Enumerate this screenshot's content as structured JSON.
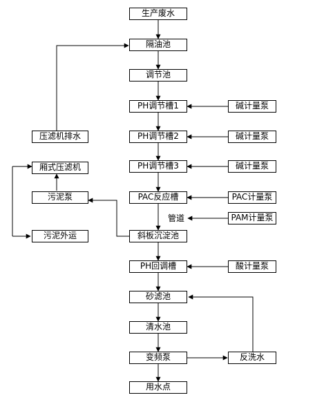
{
  "nodes": {
    "wastewater": "生产废水",
    "oil_separator": "隔油池",
    "equalization": "调节池",
    "ph_tank_1": "PH调节槽1",
    "ph_tank_2": "PH调节槽2",
    "ph_tank_3": "PH调节槽3",
    "pac_reactor": "PAC反应槽",
    "inclined_settler": "斜板沉淀池",
    "ph_callback": "PH回调槽",
    "sand_filter": "砂滤池",
    "clear_water": "清水池",
    "vfd_pump": "变频泵",
    "use_point": "用水点",
    "alkali_pump_1": "碱计量泵",
    "alkali_pump_2": "碱计量泵",
    "alkali_pump_3": "碱计量泵",
    "pac_pump": "PAC计量泵",
    "pam_pump": "PAM计量泵",
    "acid_pump": "酸计量泵",
    "backwash": "反洗水",
    "press_drain": "压滤机排水",
    "chamber_press": "厢式压滤机",
    "sludge_pump": "污泥泵",
    "sludge_out": "污泥外运"
  },
  "labels": {
    "pipe": "管道"
  }
}
